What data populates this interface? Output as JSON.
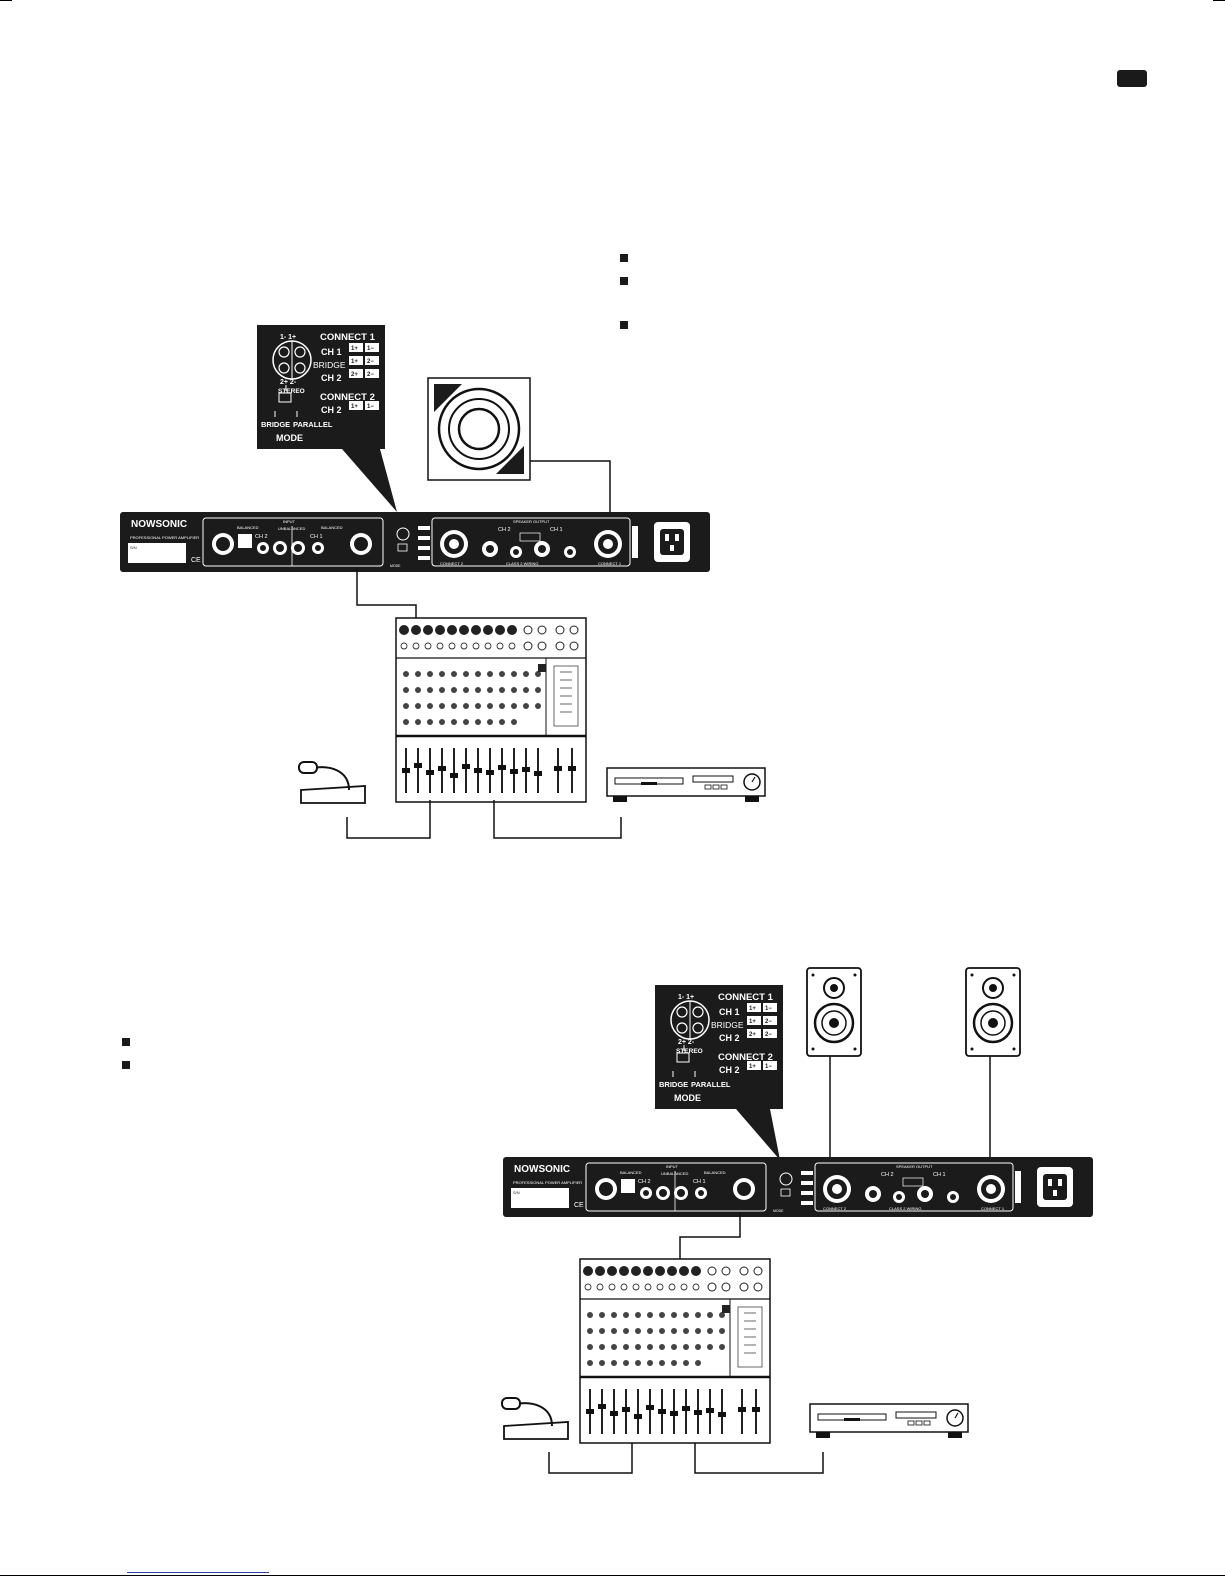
{
  "colors": {
    "ink": "#111111",
    "panel": "#1b1b1b",
    "paper": "#ffffff",
    "link": "#2a3ea8"
  },
  "icons": [
    "bullet-icon",
    "speaker-icon",
    "microphone-icon",
    "mixer-icon",
    "cd-player-icon",
    "amplifier-icon",
    "mode-panel-icon"
  ],
  "top_bullets": [
    "",
    "",
    ""
  ],
  "bottom_bullets": [
    "",
    ""
  ],
  "amp": {
    "brand": "NOWSONIC",
    "subtitle": "PROFESSIONAL POWER AMPLIFIER",
    "sn": "S/N",
    "ce": "CE",
    "input": "INPUT",
    "balanced": "BALANCED",
    "unbalanced": "UNBALANCED",
    "ch1": "CH 1",
    "ch2": "CH 2",
    "mode": "MODE",
    "speaker_output": "SPEAKER OUTPUT",
    "connect1": "CONNECT 1",
    "connect2": "CONNECT 2",
    "bridge": "BRIDGE",
    "wiring": "CLASS 2 WIRING",
    "plus": "+",
    "minus": "−"
  },
  "mode_panel": {
    "pins_top": "1-  1+",
    "pins_bottom": "2+  2-",
    "connect1": "CONNECT 1",
    "connect2": "CONNECT 2",
    "rows1": [
      {
        "label": "CH 1",
        "a": "1+",
        "b": "1−"
      },
      {
        "label": "BRIDGE",
        "a": "1+",
        "b": "2−"
      },
      {
        "label": "CH 2",
        "a": "2+",
        "b": "2−"
      }
    ],
    "rows2": [
      {
        "label": "CH 2",
        "a": "1+",
        "b": "1−"
      }
    ],
    "stereo": "STEREO",
    "bridge": "BRIDGE",
    "parallel": "PARALLEL",
    "mode": "MODE"
  }
}
